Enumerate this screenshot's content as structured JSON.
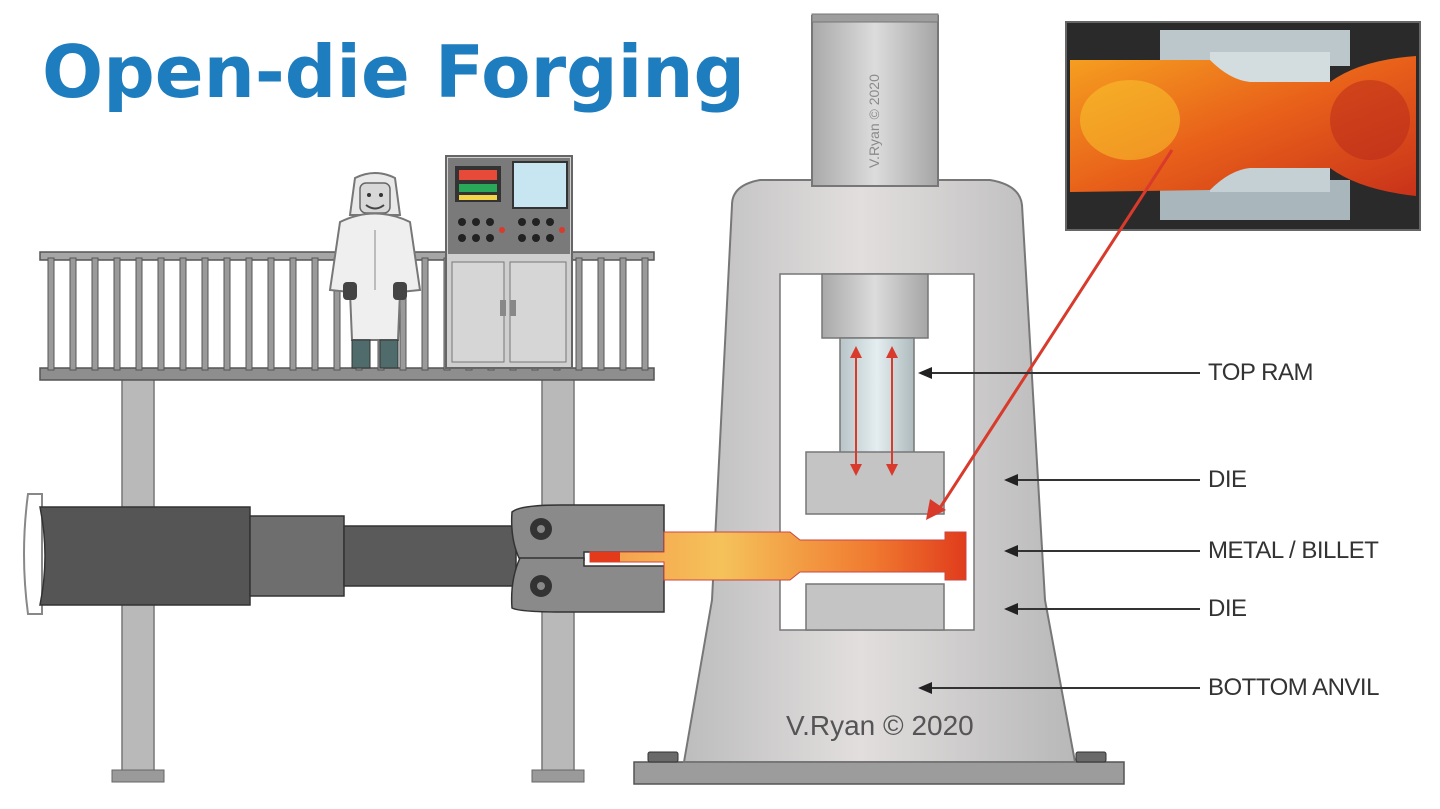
{
  "title": "Open-die Forging",
  "labels": {
    "top_ram": "TOP RAM",
    "die_top": "DIE",
    "metal_billet": "METAL / BILLET",
    "die_bottom": "DIE",
    "bottom_anvil": "BOTTOM ANVIL"
  },
  "watermark": "V.Ryan © 2020",
  "column_watermark": "V.Ryan © 2020",
  "colors": {
    "title": "#1d7dbf",
    "arrow": "#d83a2c",
    "press_grey": "#c9c9c9",
    "manipulator": "#555555"
  }
}
